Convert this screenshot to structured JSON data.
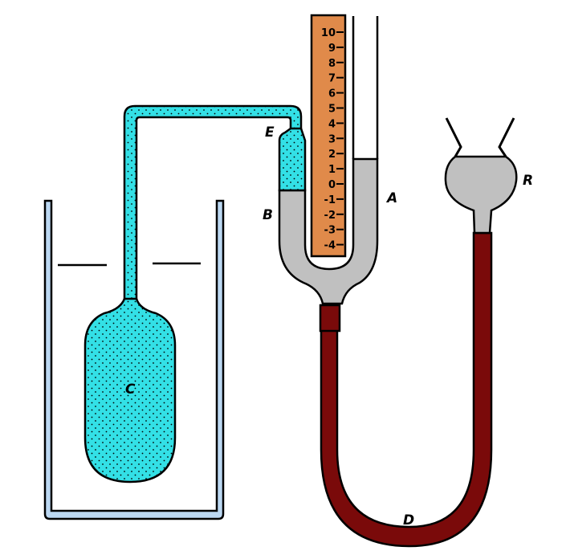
{
  "labels": {
    "A": "A",
    "B": "B",
    "C": "C",
    "D": "D",
    "E": "E",
    "R": "R"
  },
  "scale": {
    "ticks": [
      "10",
      "9",
      "8",
      "7",
      "6",
      "5",
      "4",
      "3",
      "2",
      "1",
      "0",
      "-1",
      "-2",
      "-3",
      "-4"
    ]
  },
  "colors": {
    "gas": "#33e0e6",
    "mercury": "#c0c0c0",
    "rubber": "#7a0a0a",
    "scale": "#e08a4a",
    "beaker": "#bcd8f2"
  }
}
